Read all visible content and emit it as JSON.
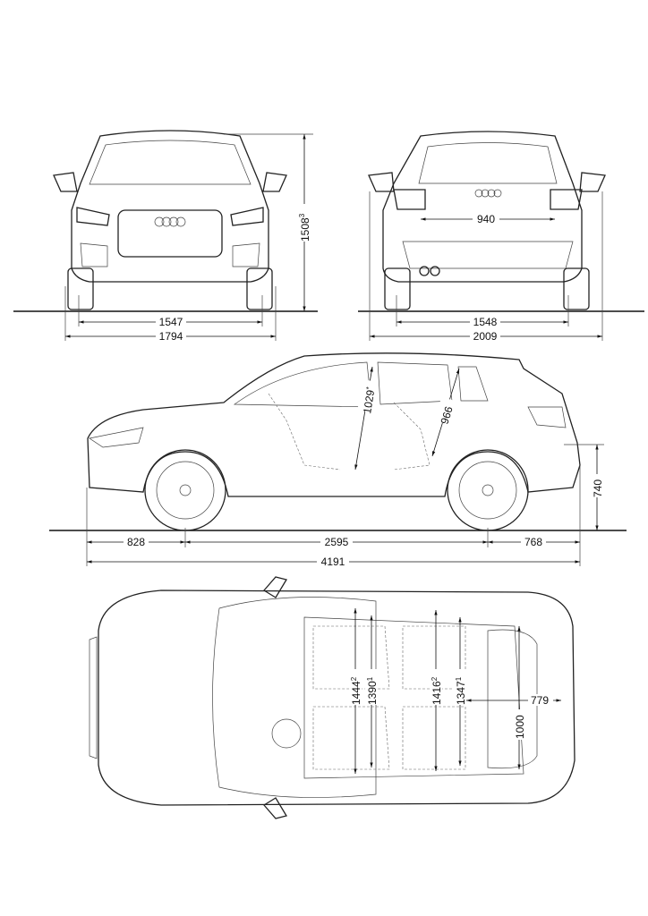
{
  "front_view": {
    "height": {
      "value": "1508",
      "note": "3"
    },
    "front_track": "1547",
    "width": "1794"
  },
  "rear_view": {
    "tailgate_width": "940",
    "rear_track": "1548",
    "width_with_mirrors": "2009"
  },
  "side_view": {
    "front_headroom": {
      "value": "1029",
      "note": "*"
    },
    "rear_headroom": "966",
    "loading_sill_height": "740",
    "front_overhang": "828",
    "wheelbase": "2595",
    "rear_overhang": "768",
    "length": "4191"
  },
  "top_view": {
    "front_elbow_width": {
      "value": "1444",
      "note": "2"
    },
    "front_shoulder_width": {
      "value": "1390",
      "note": "1"
    },
    "rear_elbow_width": {
      "value": "1416",
      "note": "2"
    },
    "rear_shoulder_width": {
      "value": "1347",
      "note": "1"
    },
    "luggage_length": "779",
    "luggage_width": "1000"
  },
  "colors": {
    "line": "#222222",
    "background": "#ffffff"
  }
}
